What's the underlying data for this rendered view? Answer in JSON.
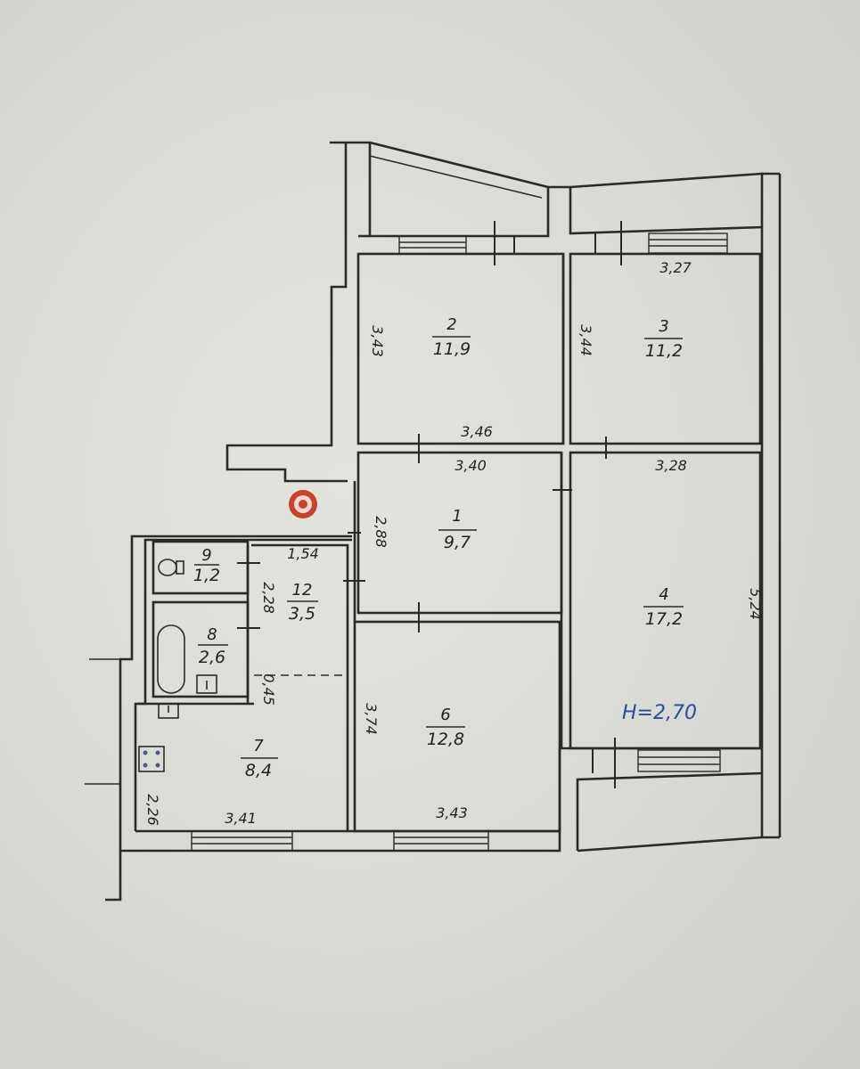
{
  "rooms": [
    {
      "id": "1",
      "label": "1",
      "area": "9,7"
    },
    {
      "id": "2",
      "label": "2",
      "area": "11,9"
    },
    {
      "id": "3",
      "label": "3",
      "area": "11,2"
    },
    {
      "id": "4",
      "label": "4",
      "area": "17,2"
    },
    {
      "id": "6",
      "label": "6",
      "area": "12,8"
    },
    {
      "id": "7",
      "label": "7",
      "area": "8,4"
    },
    {
      "id": "8",
      "label": "8",
      "area": "2,6"
    },
    {
      "id": "9",
      "label": "9",
      "area": "1,2"
    },
    {
      "id": "12",
      "label": "12",
      "area": "3,5"
    }
  ],
  "dimensions": {
    "room2_width": "3,46",
    "room2_height": "3,43",
    "room3_width": "3,27",
    "room3_height": "3,44",
    "room1_width": "3,40",
    "room1_height": "2,88",
    "room4_width": "3,28",
    "room4_height": "5,24",
    "room6_width": "3,43",
    "room6_height": "3,74",
    "room7_width": "3,41",
    "room7_height": "2,26",
    "room12_width": "1,54",
    "room12_height": "2,28",
    "corridor_gap": "0,45"
  },
  "ceiling_height": "H=2,70",
  "colors": {
    "ink": "#2a2a2a",
    "paper": "#dcddd7",
    "blue_ink": "#2b4c9b",
    "stamp": "#c8432a"
  },
  "icons": [
    "toilet-icon",
    "bathtub-icon",
    "sink-icon",
    "stove-icon",
    "red-stamp-icon"
  ]
}
